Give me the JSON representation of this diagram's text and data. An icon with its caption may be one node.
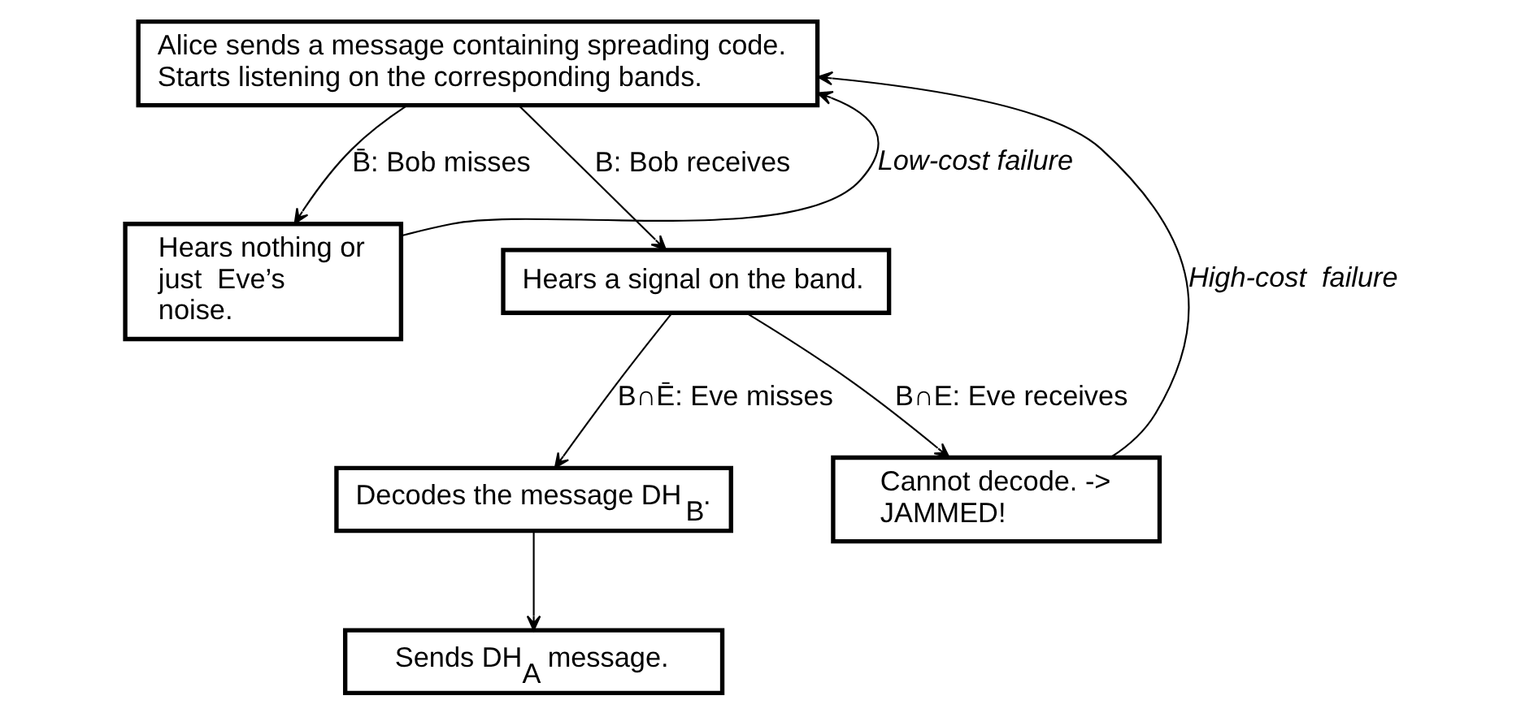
{
  "diagram": {
    "nodes": [
      {
        "text": [
          "Alice sends a message containing spreading code. Starts listening on the corresponding bands."
        ]
      },
      {
        "text": [
          "Hears nothing or just  Eve’s noise."
        ]
      },
      {
        "text": [
          "Hears a signal on the band."
        ]
      },
      {
        "text": [
          "Decodes the message DH$_{B}$."
        ]
      },
      {
        "text": [
          "Cannot decode. -> JAMMED!"
        ]
      },
      {
        "text": [
          "Sends DH$_{A}$ message."
        ]
      }
    ],
    "edges": [
      {
        "from": 0,
        "to": 1,
        "arrow": "to",
        "label": "B̄: Bob misses"
      },
      {
        "from": 0,
        "to": 2,
        "arrow": "to",
        "label": "B: Bob receives"
      },
      {
        "from": 2,
        "to": 3,
        "arrow": "to",
        "label": "B∩Ē: Eve misses"
      },
      {
        "from": 2,
        "to": 4,
        "arrow": "to",
        "label": "B∩E: Eve receives"
      },
      {
        "from": 3,
        "to": 5,
        "arrow": "to"
      },
      {
        "from": 1,
        "to": 0,
        "arrow": "to",
        "label": "Low-cost failure"
      },
      {
        "from": 4,
        "to": 0,
        "arrow": "to",
        "label": "High-cost  failure"
      }
    ]
  }
}
